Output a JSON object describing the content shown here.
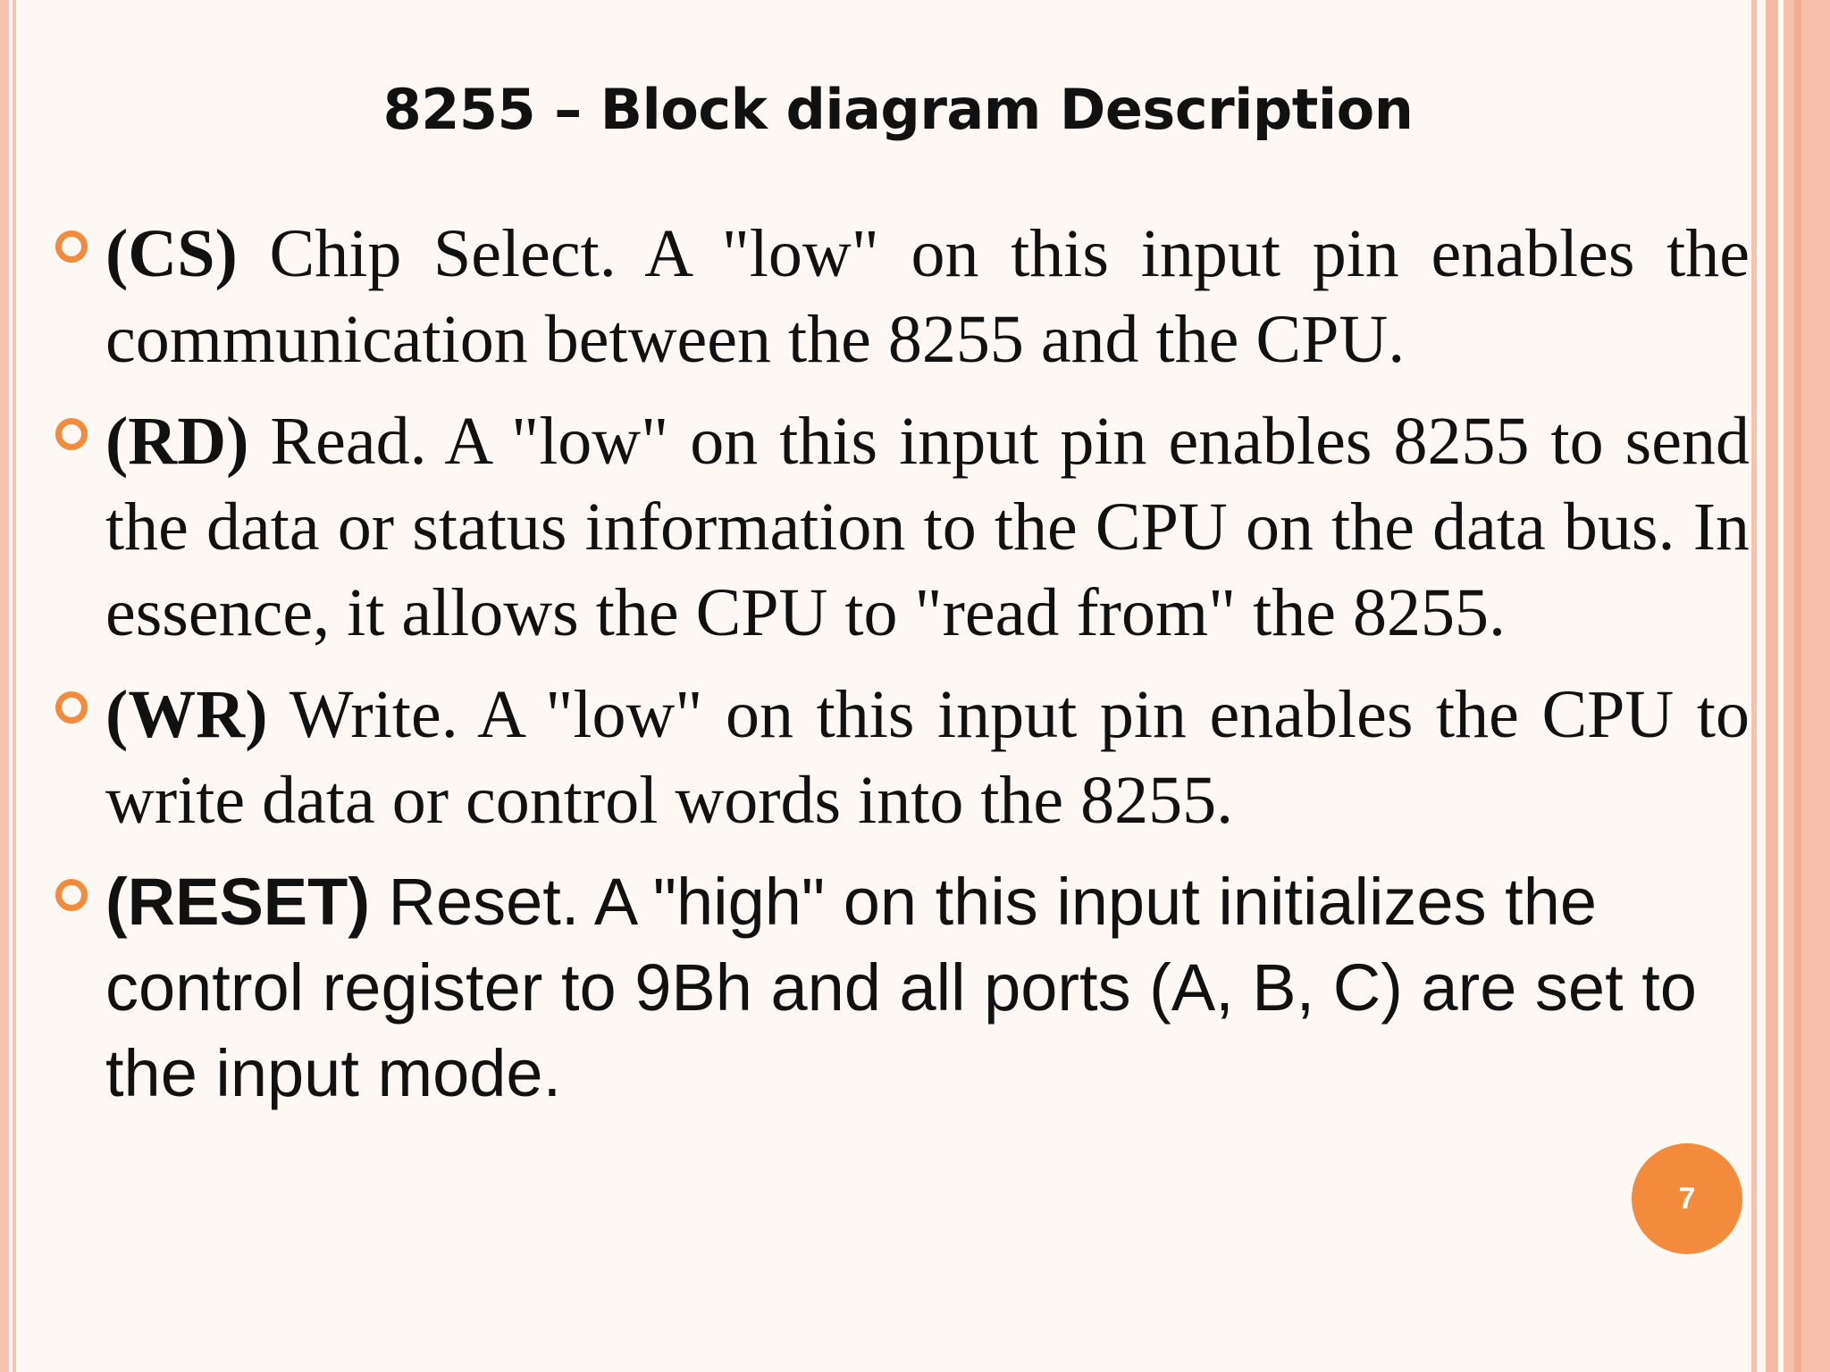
{
  "slide": {
    "title": "8255 – Block diagram Description",
    "page_number": "7",
    "bullets": [
      {
        "term": "(CS)",
        "text": " Chip Select. A \"low\" on this input pin enables the communication between the 8255 and the CPU."
      },
      {
        "term": "(RD)",
        "text": " Read. A \"low\" on this input pin enables 8255 to send the data or status information to the CPU on the data bus. In essence, it allows the CPU to \"read from\" the 8255."
      },
      {
        "term": "(WR)",
        "text": " Write. A \"low\" on this input pin enables the CPU to write data or control words into the 8255."
      },
      {
        "term": "(RESET)",
        "text": " Reset. A \"high\" on this input initializes the control register to 9Bh and all ports (A, B, C) are set to the input mode."
      }
    ]
  },
  "colors": {
    "accent": "#f28b3c",
    "border": "#f8c3ad",
    "background": "#fef8f5"
  },
  "icons": {
    "bullet": "ring-bullet-icon"
  }
}
